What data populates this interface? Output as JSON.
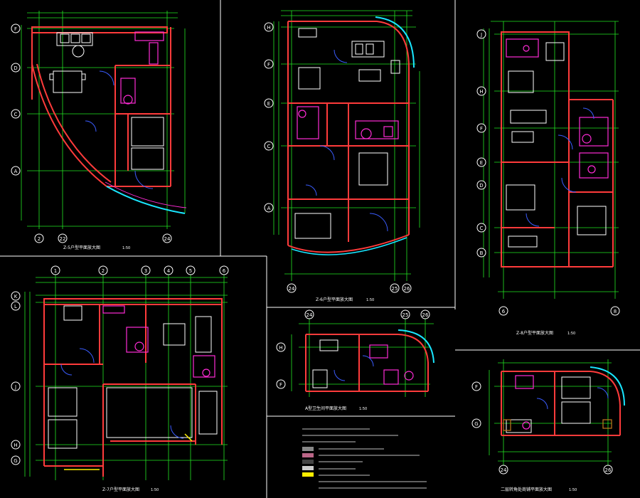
{
  "colors": {
    "background": "#000000",
    "frame": "#ffffff",
    "wall": "#ff3b3b",
    "dimension": "#22e522",
    "furniture": "#ffffff",
    "axis_bubble": "#ffffff",
    "fixture": "#ff2bd6",
    "door": "#3a5cff",
    "glass": "#19e6ff",
    "accent": "#ffee00",
    "wood": "#c47a1e"
  },
  "panels": [
    {
      "caption": "Z-5户型平面放大图",
      "scale": "1:50",
      "axes": [
        "F",
        "D",
        "C",
        "A",
        "2",
        "22",
        "24"
      ]
    },
    {
      "caption": "Z-6户型平面放大图",
      "scale": "1:50",
      "axes": [
        "H",
        "F",
        "E",
        "C",
        "A",
        "24",
        "25",
        "26"
      ]
    },
    {
      "caption": "Z-8户型平面放大图",
      "scale": "1:50",
      "axes": [
        "J",
        "H",
        "F",
        "E",
        "D",
        "C",
        "B",
        "6",
        "8"
      ]
    },
    {
      "caption": "Z-7户型平面放大图",
      "scale": "1:50",
      "axes": [
        "K",
        "L",
        "J",
        "H",
        "G",
        "1",
        "2",
        "3",
        "4",
        "5",
        "6"
      ]
    },
    {
      "caption": "A型卫生间平面放大图",
      "scale": "1:50",
      "axes": [
        "24",
        "25",
        "26",
        "H",
        "F"
      ]
    },
    {
      "caption": "二层转角处商铺平面放大图",
      "scale": "1:50",
      "axes": [
        "F",
        "G",
        "24",
        "26"
      ]
    }
  ]
}
